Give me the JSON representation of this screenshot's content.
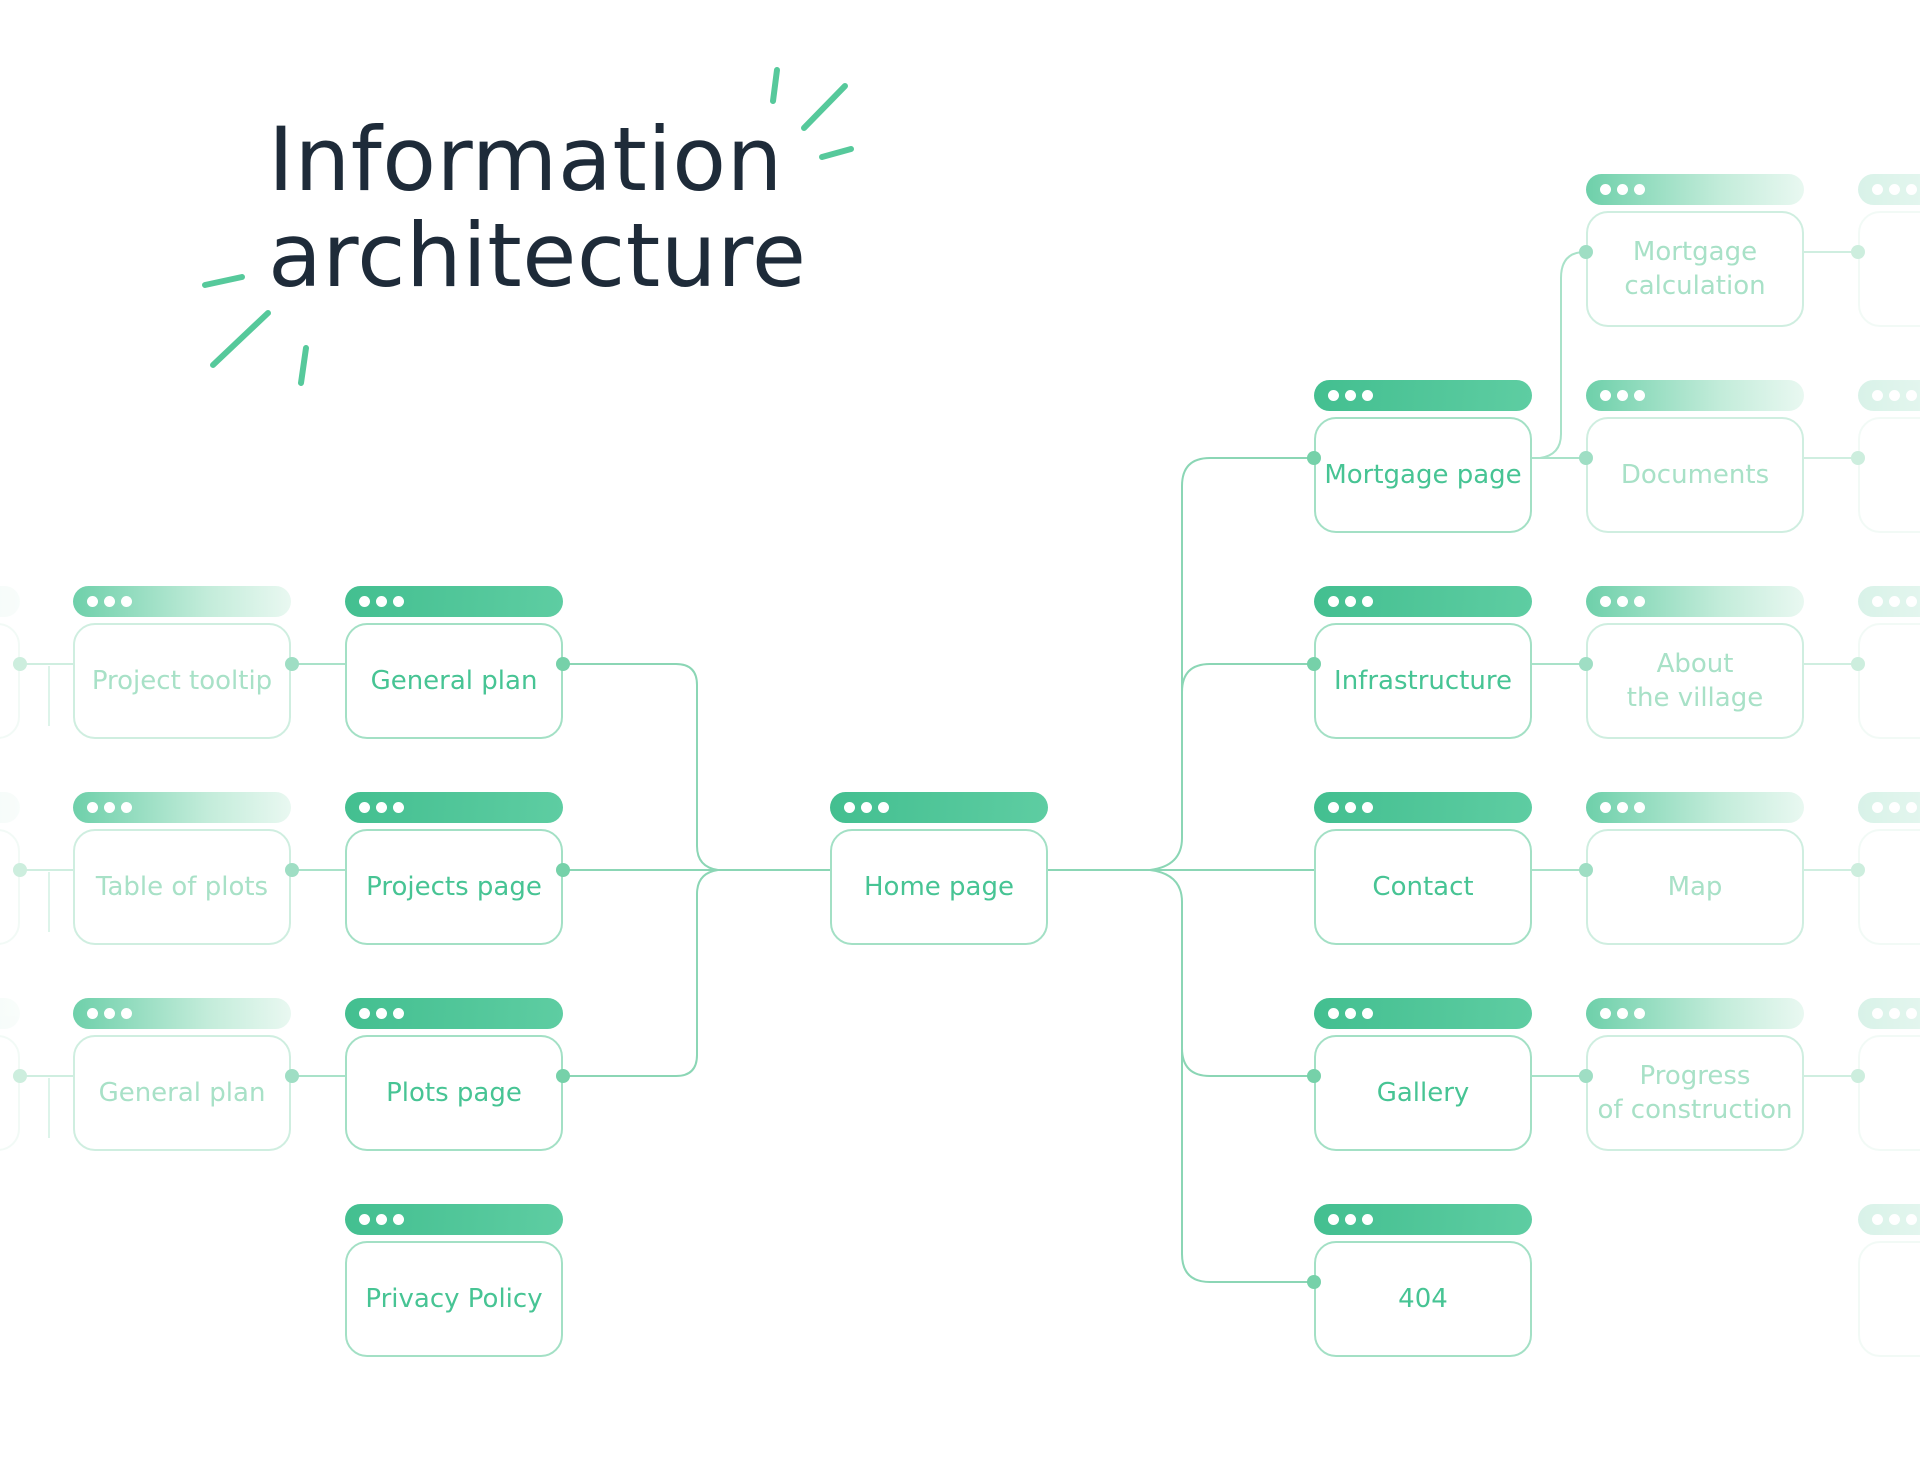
{
  "title": {
    "line1": "Information",
    "line2": "architecture"
  },
  "nodes": {
    "home": {
      "label": "Home page"
    },
    "general_plan": {
      "label": "General plan"
    },
    "projects_page": {
      "label": "Projects page"
    },
    "plots_page": {
      "label": "Plots page"
    },
    "privacy_policy": {
      "label": "Privacy Policy"
    },
    "project_tooltip": {
      "label": "Project tooltip"
    },
    "table_of_plots": {
      "label": "Table of plots"
    },
    "general_plan_sub": {
      "label": "General plan"
    },
    "mortgage_page": {
      "label": "Mortgage page"
    },
    "infrastructure": {
      "label": "Infrastructure"
    },
    "contact": {
      "label": "Contact"
    },
    "gallery": {
      "label": "Gallery"
    },
    "page_404": {
      "label": "404"
    },
    "mortgage_calculation": {
      "label": "Mortgage\ncalculation"
    },
    "documents": {
      "label": "Documents"
    },
    "about_the_village": {
      "label": "About\nthe village"
    },
    "map": {
      "label": "Map"
    },
    "progress_of_construction": {
      "label": "Progress\nof construction"
    }
  },
  "colors": {
    "accent_green": "#4cc697",
    "solid_header_left": "#43bf90",
    "solid_header_right": "#5ecda2",
    "faded_text": "#a8e1c7",
    "card_border": "#a3e0c5",
    "line_green": "#8bd6b5",
    "title_navy": "#1e2b39",
    "background": "#ffffff"
  }
}
